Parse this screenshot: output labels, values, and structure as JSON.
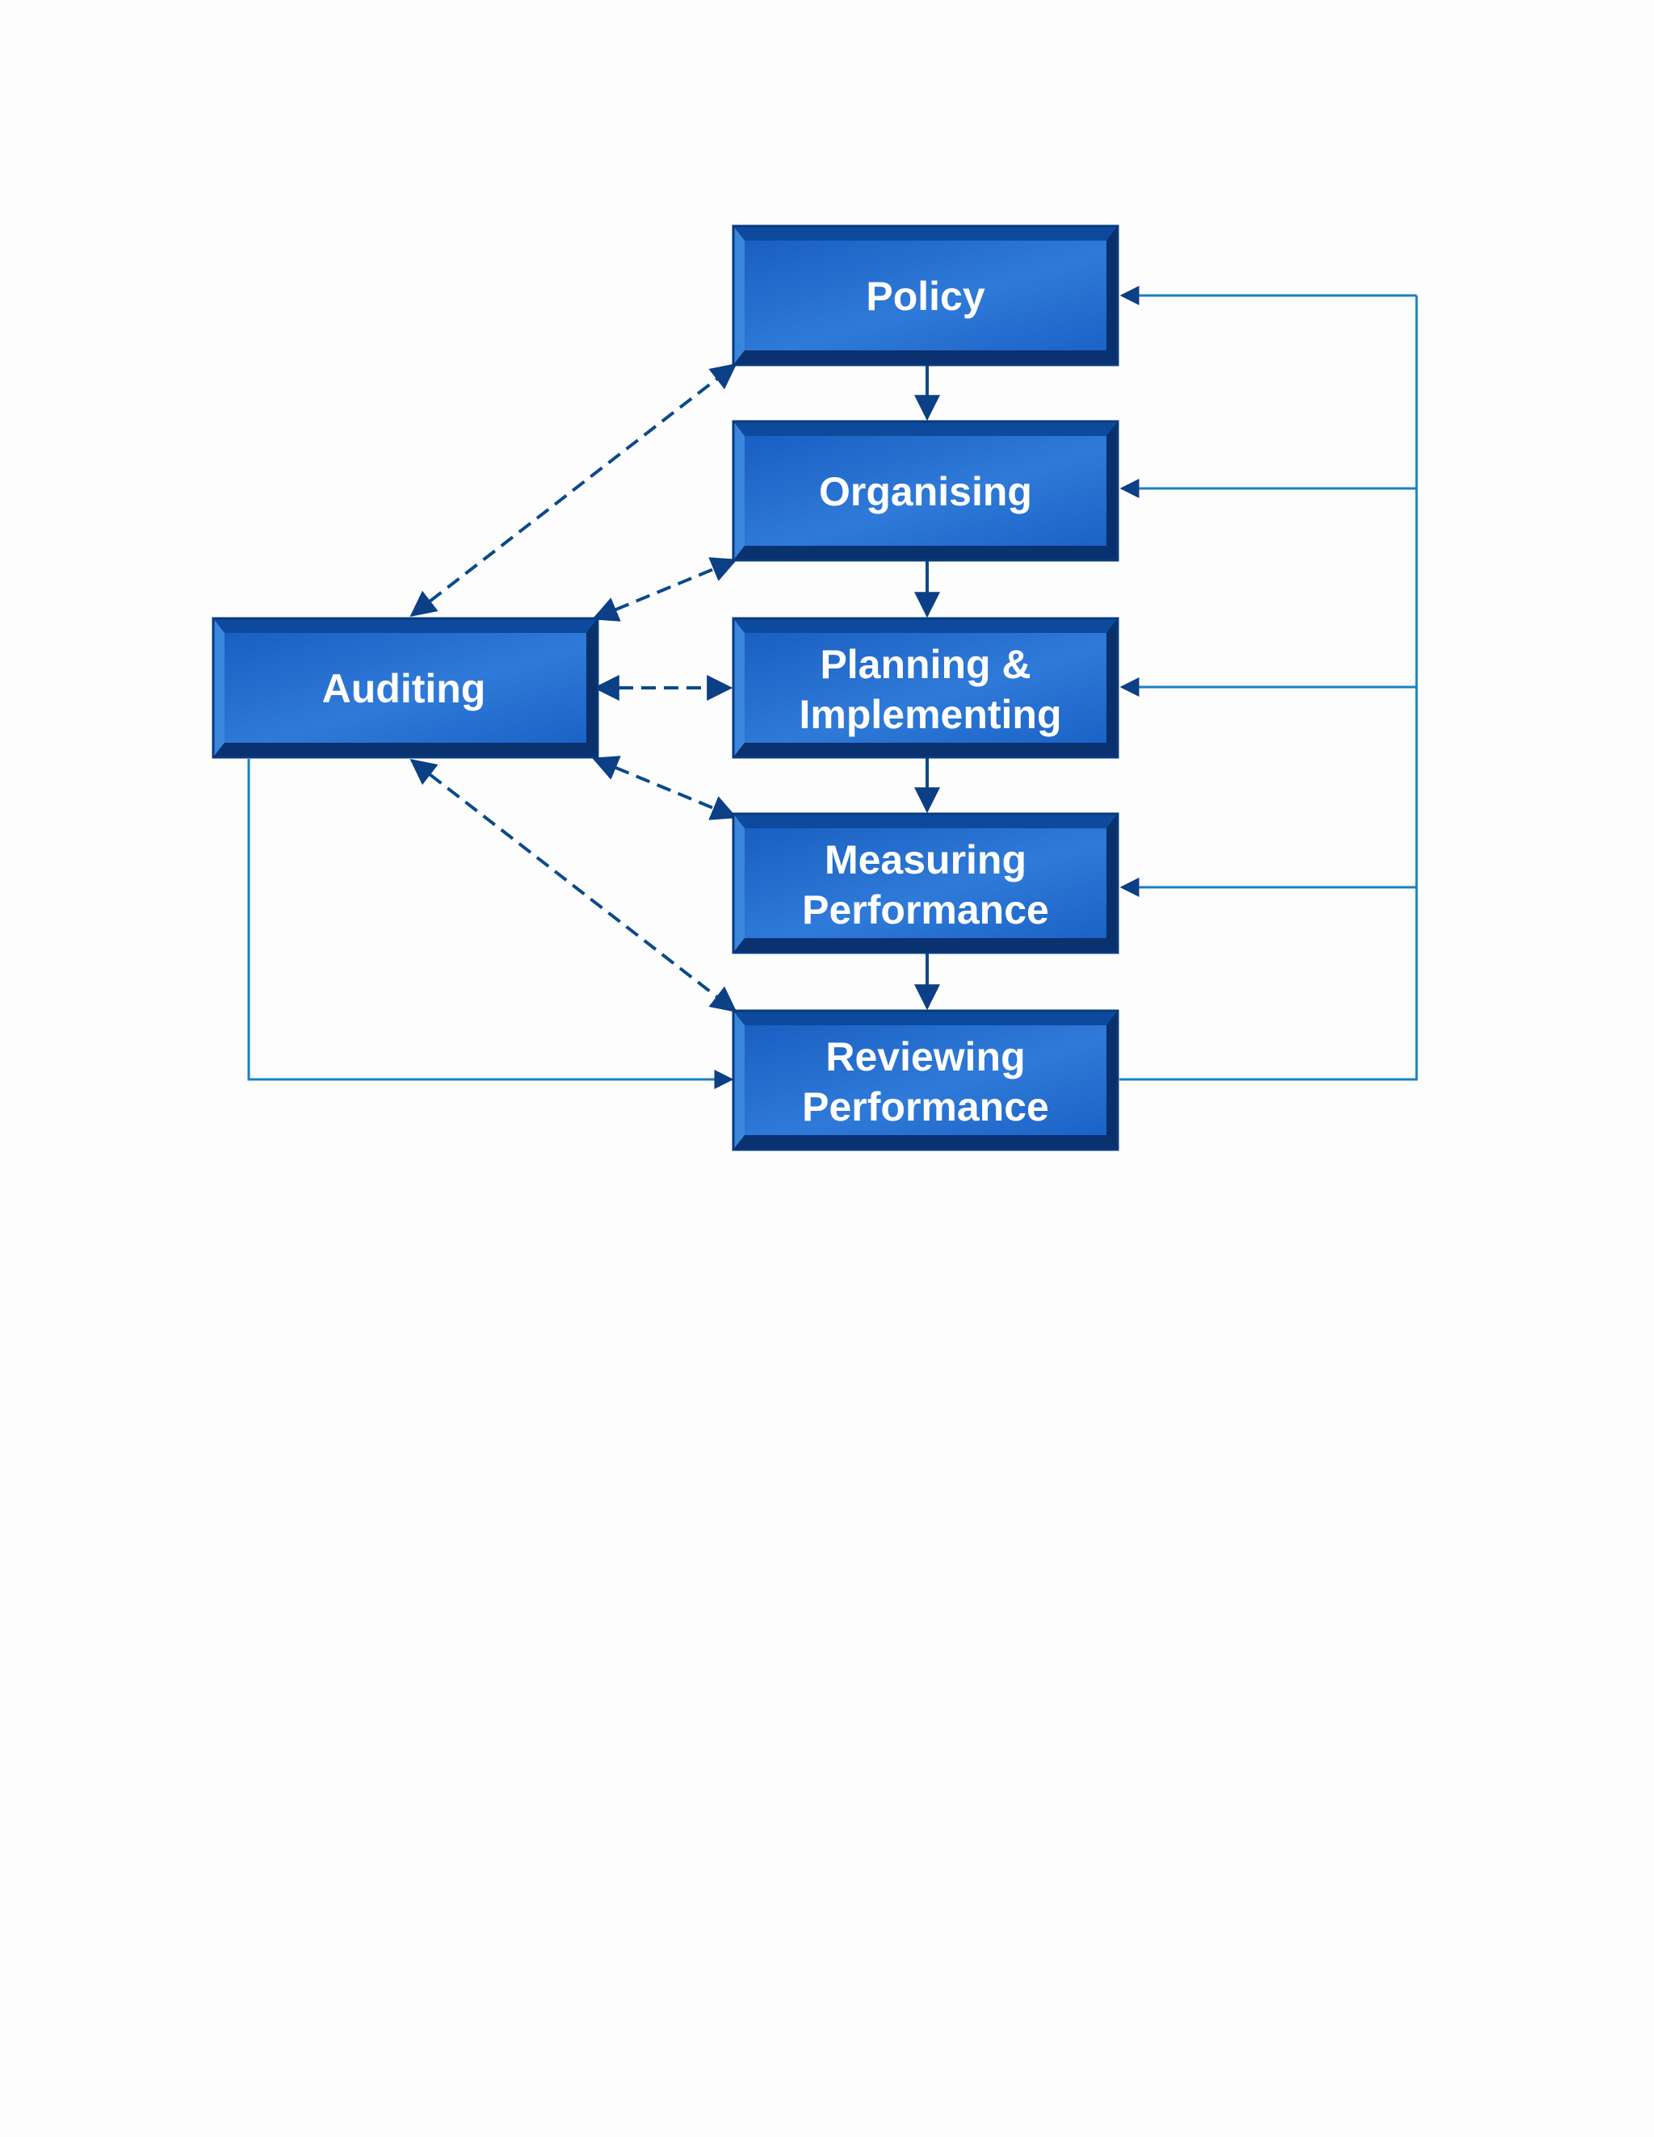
{
  "diagram": {
    "nodes": {
      "policy": {
        "lines": [
          "Policy"
        ]
      },
      "organising": {
        "lines": [
          "Organising"
        ]
      },
      "planning": {
        "lines": [
          "Planning &",
          "Implementing"
        ]
      },
      "measuring": {
        "lines": [
          "Measuring",
          "Performance"
        ]
      },
      "reviewing": {
        "lines": [
          "Reviewing",
          "Performance"
        ]
      },
      "auditing": {
        "lines": [
          "Auditing"
        ]
      }
    },
    "edges": [
      {
        "from": "policy",
        "to": "organising",
        "style": "solid"
      },
      {
        "from": "organising",
        "to": "planning",
        "style": "solid"
      },
      {
        "from": "planning",
        "to": "measuring",
        "style": "solid"
      },
      {
        "from": "measuring",
        "to": "reviewing",
        "style": "solid"
      },
      {
        "from": "reviewing",
        "to": "policy",
        "style": "solid"
      },
      {
        "from": "reviewing",
        "to": "organising",
        "style": "solid"
      },
      {
        "from": "reviewing",
        "to": "planning",
        "style": "solid"
      },
      {
        "from": "reviewing",
        "to": "measuring",
        "style": "solid"
      },
      {
        "from": "auditing",
        "to": "reviewing",
        "style": "solid"
      },
      {
        "from": "auditing",
        "to": "policy",
        "style": "dashed",
        "bidirectional": true
      },
      {
        "from": "auditing",
        "to": "organising",
        "style": "dashed",
        "bidirectional": true
      },
      {
        "from": "auditing",
        "to": "planning",
        "style": "dashed",
        "bidirectional": true
      },
      {
        "from": "auditing",
        "to": "measuring",
        "style": "dashed",
        "bidirectional": true
      },
      {
        "from": "auditing",
        "to": "reviewing",
        "style": "dashed",
        "bidirectional": true
      }
    ],
    "colors": {
      "box_face": "#1c64c8",
      "box_face_highlight": "#2f7ad8",
      "box_top_bevel": "#0d4a9e",
      "box_left_bevel": "#3a86dc",
      "box_bottom_bevel": "#0a3170",
      "box_right_bevel": "#093068",
      "box_outline": "#083a80",
      "connector_solid": "#1a7fc4",
      "connector_dashed": "#0b4a8a",
      "label_text": "#ffffff"
    }
  }
}
